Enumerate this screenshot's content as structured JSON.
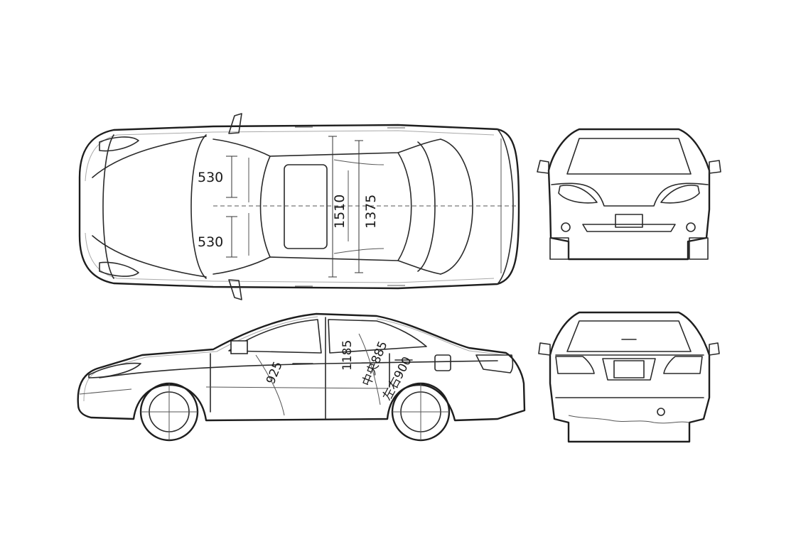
{
  "dimensions": {
    "top_front_seat_half": "530",
    "top_rear_seat_half": "530",
    "front_track": "1510",
    "rear_track": "1375",
    "side_front_legroom": "925",
    "side_headroom": "1185",
    "side_rear_center": "中央885",
    "side_rear_lr": "左右900"
  }
}
